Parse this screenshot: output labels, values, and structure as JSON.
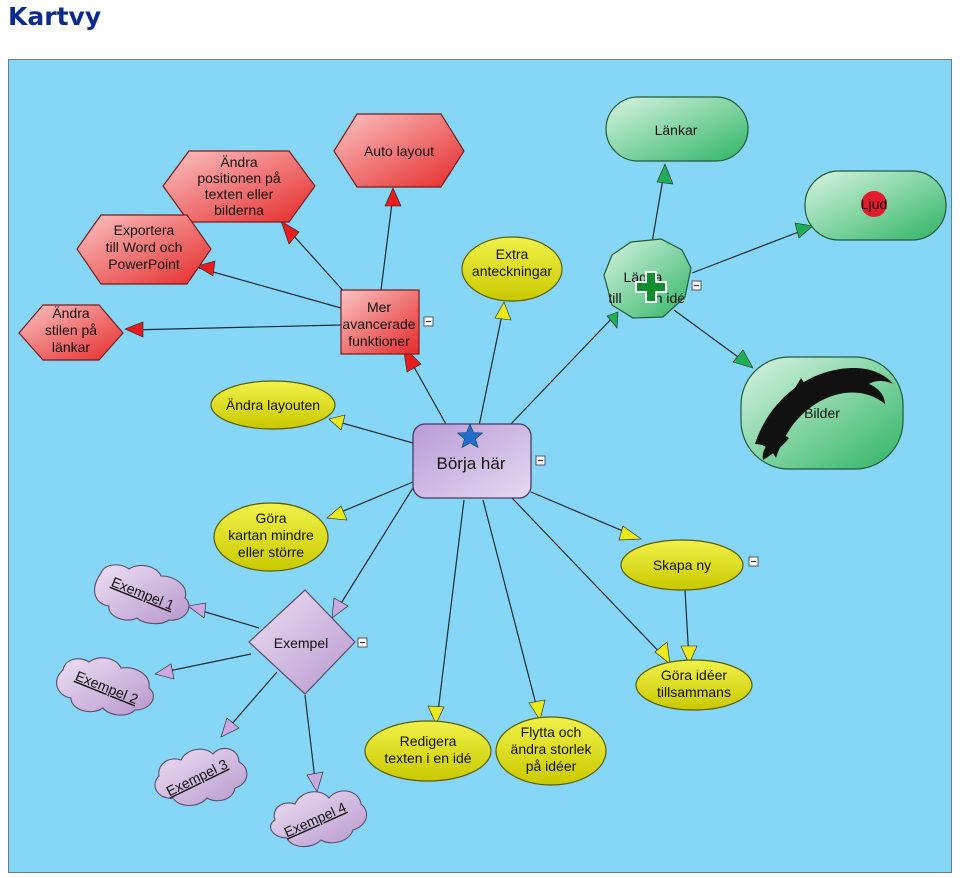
{
  "page": {
    "title": "Kartvy"
  },
  "colors": {
    "background": "#86d6f7",
    "title": "#0a2b8c",
    "red_node": "#ef4a4a",
    "yellow_node": "#dede10",
    "green_node": "#4cc47a",
    "purple_node": "#c9a9d9",
    "central_node": "#c9b1e0",
    "star": "#1f6fc8"
  },
  "central": {
    "label": "Börja här",
    "icon": "star-icon"
  },
  "red_nodes": {
    "avancerade": {
      "lines": [
        "Mer",
        "avancerade",
        "funktioner"
      ]
    },
    "auto_layout": {
      "lines": [
        "Auto layout"
      ]
    },
    "andra_positionen": {
      "lines": [
        "Ändra",
        "positionen på",
        "texten eller",
        "bilderna"
      ]
    },
    "exportera": {
      "lines": [
        "Exportera",
        "till Word och",
        "PowerPoint"
      ]
    },
    "andra_stilen": {
      "lines": [
        "Ändra",
        "stilen på",
        "länkar"
      ]
    }
  },
  "yellow_nodes": {
    "extra": {
      "lines": [
        "Extra",
        "anteckningar"
      ]
    },
    "andra_layouten": {
      "lines": [
        "Ändra layouten"
      ]
    },
    "gora_kartan": {
      "lines": [
        "Göra",
        "kartan mindre",
        "eller större"
      ]
    },
    "skapa_ny": {
      "lines": [
        "Skapa ny"
      ]
    },
    "gora_ideer": {
      "lines": [
        "Göra idéer",
        "tillsammans"
      ]
    },
    "redigera": {
      "lines": [
        "Redigera",
        "texten i en idé"
      ]
    },
    "flytta": {
      "lines": [
        "Flytta och",
        "ändra storlek",
        "på idéer"
      ]
    }
  },
  "green_nodes": {
    "lagga_till": {
      "lines": [
        "Lägga",
        "till",
        "en idé"
      ],
      "icon": "plus-icon"
    },
    "lankar": {
      "label": "Länkar"
    },
    "ljud": {
      "label": "Ljud",
      "icon": "sound-dot-icon"
    },
    "bilder": {
      "label": "Bilder",
      "icon": "dolphin-icon"
    }
  },
  "purple_nodes": {
    "exempel": {
      "label": "Exempel"
    },
    "exempel_1": {
      "label": "Exempel 1"
    },
    "exempel_2": {
      "label": "Exempel 2"
    },
    "exempel_3": {
      "label": "Exempel 3"
    },
    "exempel_4": {
      "label": "Exempel 4"
    }
  }
}
